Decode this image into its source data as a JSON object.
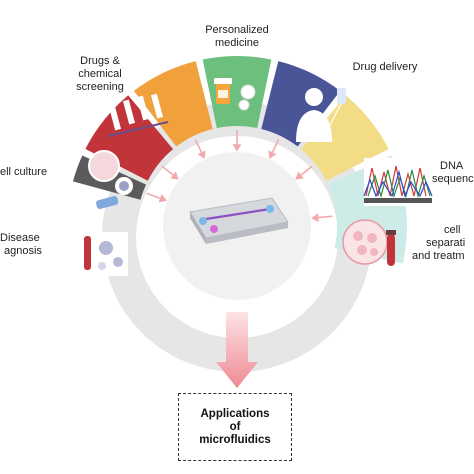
{
  "segments": [
    {
      "id": "disease-diagnosis",
      "lines": [
        "Disease",
        "agnosis"
      ],
      "color": "#5b5b5b"
    },
    {
      "id": "cell-culture",
      "lines": [
        "ell culture"
      ],
      "color": "#c0343a"
    },
    {
      "id": "drug-screening",
      "lines": [
        "Drugs &",
        "chemical",
        "screening"
      ],
      "color": "#f0a13b"
    },
    {
      "id": "personalized-medicine",
      "lines": [
        "Personalized",
        "medicine"
      ],
      "color": "#6cbf7d"
    },
    {
      "id": "drug-delivery",
      "lines": [
        "Drug delivery"
      ],
      "color": "#4a5597"
    },
    {
      "id": "dna-sequencing",
      "lines": [
        "DNA",
        "sequencin"
      ],
      "color": "#f2dc86"
    },
    {
      "id": "cell-separation",
      "lines": [
        "cell",
        "separati",
        "and treatm"
      ],
      "color": "#cdebe7"
    }
  ],
  "center": {
    "box_lines": [
      "Applications",
      "of",
      "microfluidics"
    ]
  },
  "colors": {
    "ring_gray": "#e6e6e6",
    "arrow": "#f3b1b6",
    "chip": "#c9cdd2"
  }
}
